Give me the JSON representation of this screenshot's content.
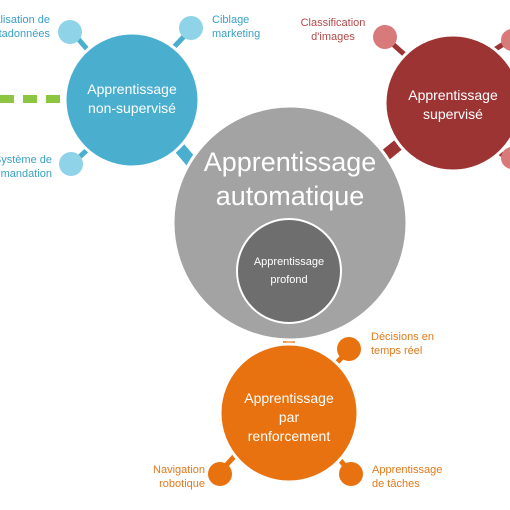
{
  "colors": {
    "blue": "#4aafcf",
    "blue_light": "#8fd3e8",
    "red": "#9c3434",
    "red_light": "#d87a7a",
    "orange": "#e8720f",
    "orange_light": "#f0a04b",
    "gray": "#a3a3a3",
    "gray_dark": "#6e6e6e",
    "green": "#8cc640"
  },
  "center": {
    "title_line1": "Apprentissage",
    "title_line2": "automatique",
    "inner_line1": "Apprentissage",
    "inner_line2": "profond"
  },
  "unsupervised": {
    "title_line1": "Apprentissage",
    "title_line2": "non-supervisé",
    "leaves": {
      "top_left_line1": "Visualisation de",
      "top_left_line2": "métadonnées",
      "top_right_line1": "Ciblage",
      "top_right_line2": "marketing",
      "bottom_left_line1": "Système de",
      "bottom_left_line2": "recommandation"
    }
  },
  "supervised": {
    "title_line1": "Apprentissage",
    "title_line2": "supervisé",
    "leaves": {
      "top_left_line1": "Classification",
      "top_left_line2": "d'images"
    }
  },
  "reinforcement": {
    "title_line1": "Apprentissage",
    "title_line2": "par",
    "title_line3": "renforcement",
    "leaves": {
      "top_right_line1": "Décisions en",
      "top_right_line2": "temps réel",
      "bottom_left_line1": "Navigation",
      "bottom_left_line2": "robotique",
      "bottom_right_line1": "Apprentissage",
      "bottom_right_line2": "de tâches"
    }
  }
}
